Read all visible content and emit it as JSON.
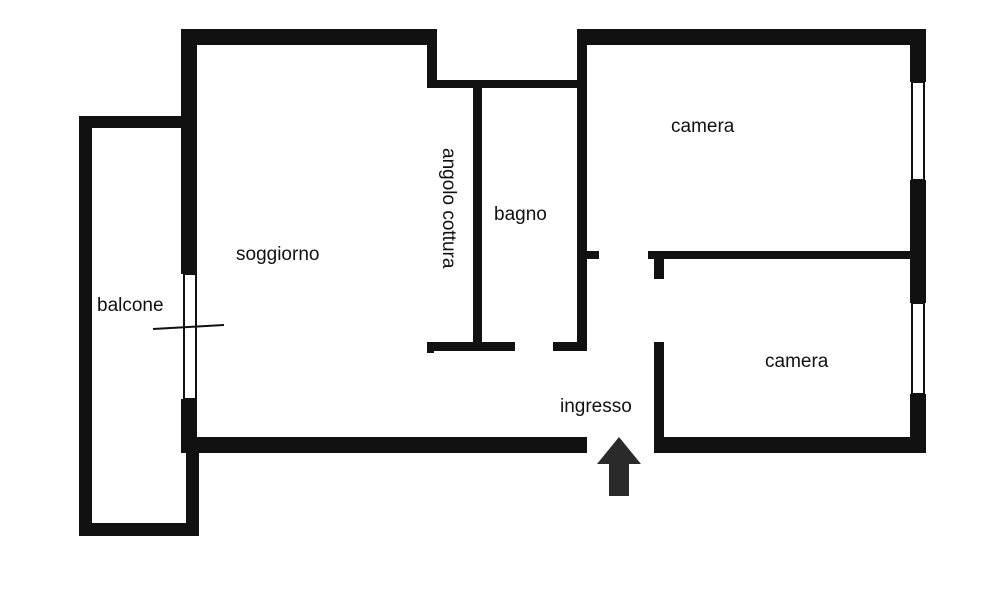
{
  "rooms": {
    "balcone": "balcone",
    "soggiorno": "soggiorno",
    "angolo_cottura": "angolo cottura",
    "bagno": "bagno",
    "camera_1": "camera",
    "camera_2": "camera",
    "ingresso": "ingresso"
  },
  "entrance_arrow": "arrow-up-icon",
  "colors": {
    "wall": "#111111",
    "arrow": "#2a2a2a",
    "background": "#ffffff"
  }
}
